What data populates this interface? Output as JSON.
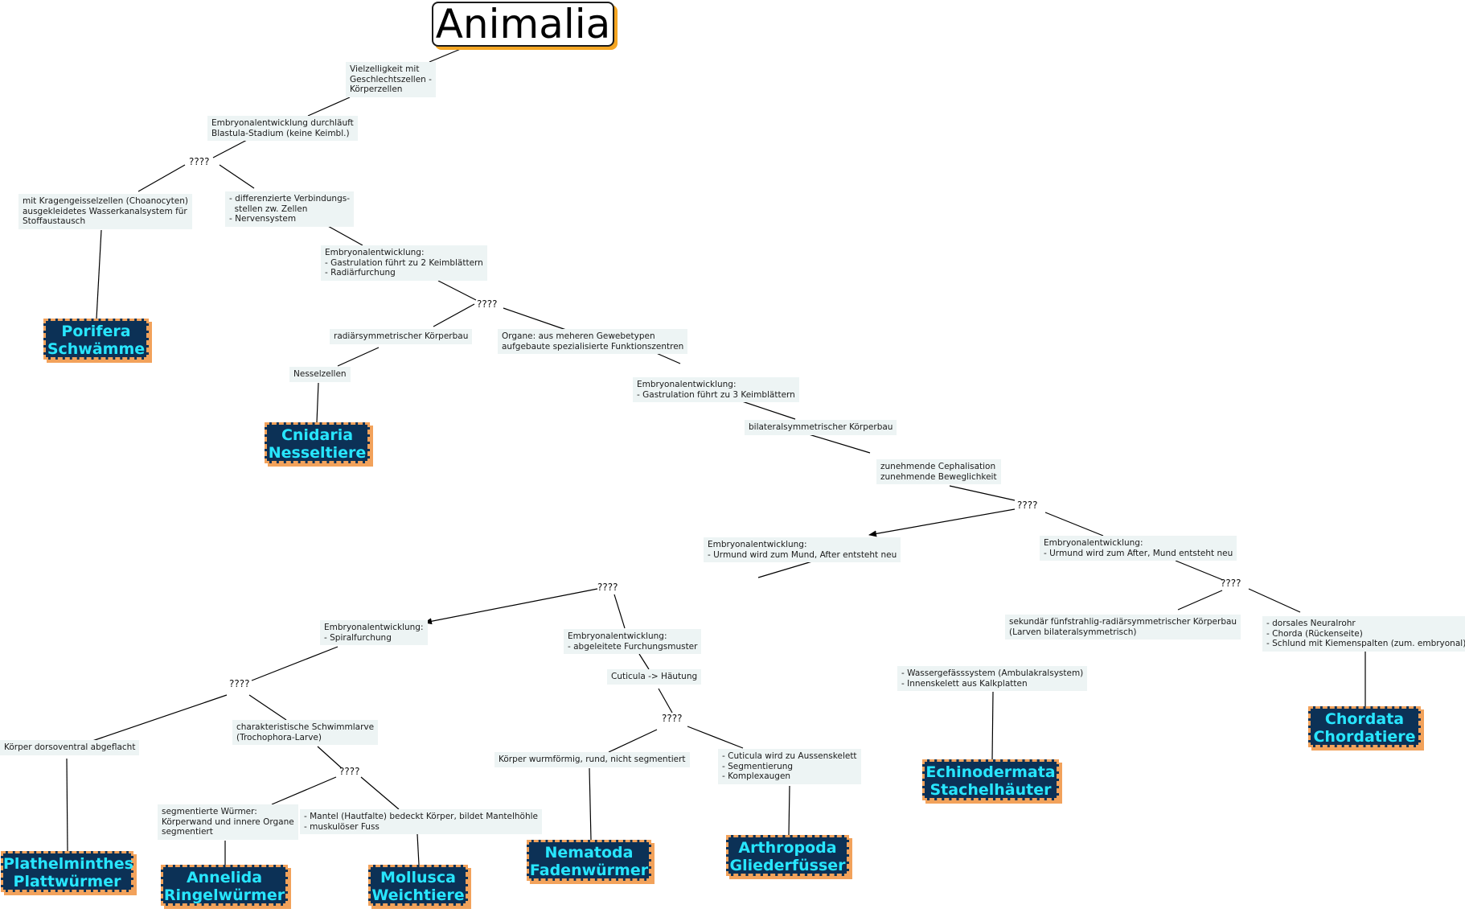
{
  "title": "Animalia",
  "nodes": {
    "vielzelligkeit": "Vielzelligkeit mit\nGeschlechtszellen -\nKörperzellen",
    "blastula": "Embryonalentwicklung durchläuft\nBlastula-Stadium (keine Keimbl.)",
    "q1": "????",
    "kragengeissel": "mit Kragengeisselzellen (Choanocyten)\nausgekleidetes Wasserkanalsystem für\nStoffaustausch",
    "differenzierte": "- differenzierte Verbindungs-\n  stellen zw. Zellen\n- Nervensystem",
    "gastrulation2": "Embryonalentwicklung:\n- Gastrulation führt zu 2 Keimblättern\n- Radiärfurchung",
    "q2": "????",
    "radiaer": "radiärsymmetrischer Körperbau",
    "nesselzellen": "Nesselzellen",
    "organe": "Organe: aus meheren Gewebetypen\naufgebaute spezialisierte Funktionszentren",
    "gastrulation3": "Embryonalentwicklung:\n- Gastrulation führt zu 3 Keimblättern",
    "bilateral": "bilateralsymmetrischer Körperbau",
    "cephalisation": "zunehmende Cephalisation\nzunehmende Beweglichkeit",
    "q3": "????",
    "urmund_mund": "Embryonalentwicklung:\n- Urmund wird zum Mund, After entsteht neu",
    "urmund_after": "Embryonalentwicklung:\n- Urmund wird zum After, Mund entsteht neu",
    "q4": "????",
    "q5": "????",
    "spiral": "Embryonalentwicklung:\n- Spiralfurchung",
    "abgeleitete": "Embryonalentwicklung:\n- abgeleitete Furchungsmuster",
    "cuticula": "Cuticula -> Häutung",
    "q6": "????",
    "q7": "????",
    "dorsoventral": "Körper dorsoventral abgeflacht",
    "schwimmlarve": "charakteristische Schwimmlarve\n(Trochophora-Larve)",
    "q8": "????",
    "segmentiert": "segmentierte Würmer:\nKörperwand und innere Organe\nsegmentiert",
    "mantel": "- Mantel (Hautfalte) bedeckt Körper, bildet Mantelhöhle\n- muskulöser Fuss",
    "wurmfoermig": "Körper wurmförmig, rund, nicht segmentiert",
    "aussenskelett": "- Cuticula wird zu Aussenskelett\n- Segmentierung\n- Komplexaugen",
    "fuenfstrahlig": "sekundär fünfstrahlig-radiärsymmetrischer Körperbau\n(Larven bilateralsymmetrisch)",
    "neuralrohr": "- dorsales Neuralrohr\n- Chorda (Rückenseite)\n- Schlund mit Kiemenspalten (zum. embryonal)",
    "wassergefaess": "- Wassergefässsystem (Ambulakralsystem)\n- Innenskelett aus Kalkplatten"
  },
  "taxa": {
    "porifera": "Porifera\nSchwämme",
    "cnidaria": "Cnidaria\nNesseltiere",
    "plathelminthes": "Plathelminthes\nPlattwürmer",
    "annelida": "Annelida\nRingelwürmer",
    "mollusca": "Mollusca\nWeichtiere",
    "nematoda": "Nematoda\nFadenwürmer",
    "arthropoda": "Arthropoda\nGliederfüsser",
    "echinodermata": "Echinodermata\nStachelhäuter",
    "chordata": "Chordata\nChordatiere"
  },
  "colors": {
    "taxon_fill": "#0c3156",
    "taxon_text": "#28e6ff",
    "taxon_border": "#f2a25b",
    "node_fill": "#edf4f4",
    "title_shadow": "#f5a623"
  }
}
